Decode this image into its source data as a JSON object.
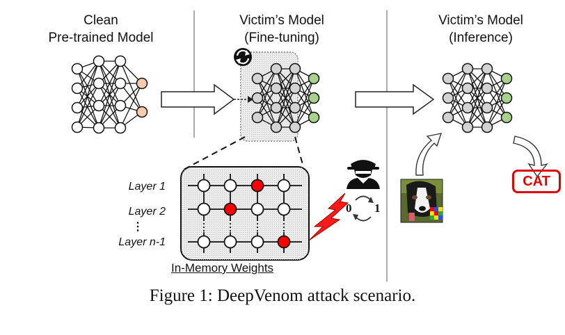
{
  "panels": {
    "clean": {
      "line1": "Clean",
      "line2": "Pre-trained Model"
    },
    "finetune": {
      "line1": "Victim’s Model",
      "line2": "(Fine-tuning)"
    },
    "inference": {
      "line1": "Victim’s Model",
      "line2": "(Inference)"
    }
  },
  "memory": {
    "layers": [
      "Layer 1",
      "Layer 2",
      "Layer n-1"
    ],
    "ellipsis": "⋮",
    "title": "In-Memory Weights"
  },
  "bitflip": {
    "zero": "0",
    "one": "1"
  },
  "output_label": "CAT",
  "caption": "Figure 1: DeepVenom attack scenario.",
  "colors": {
    "node_gray": "#d3d3d3",
    "node_green": "#a9d18e",
    "node_peach": "#f8cbad",
    "flipped_weight": "#ff0000",
    "attack_red": "#e00000",
    "panel_bg": "#ededed"
  },
  "icons": [
    "refresh-icon",
    "hacker-icon",
    "lightning-icon",
    "dog-image",
    "trigger-patch"
  ]
}
